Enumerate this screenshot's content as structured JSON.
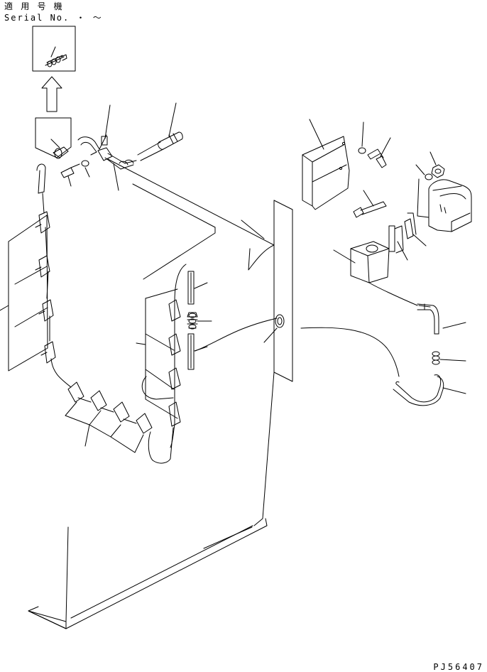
{
  "header": {
    "applicable_models": "適 用 号 機",
    "serial_label": "Serial No.  ・ ～"
  },
  "drawing_code": "PJ56407"
}
